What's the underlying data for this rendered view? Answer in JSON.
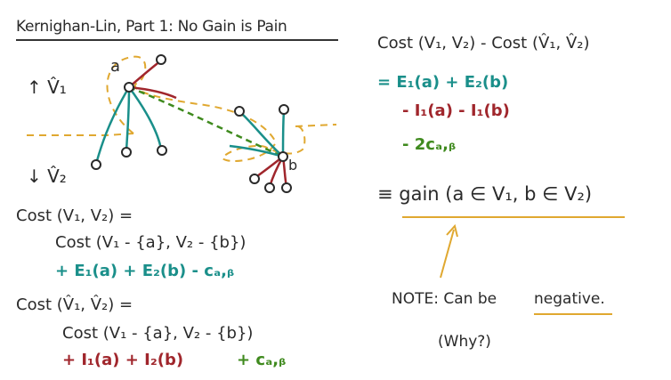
{
  "title": "Kernighan-Lin, Part 1: No Gain is Pain",
  "graph": {
    "label_a": "a",
    "label_b": "b",
    "v1_label": "↑ V̂₁",
    "v2_label": "↓ V̂₂"
  },
  "left_formulas": {
    "cost_v": "Cost (V₁, V₂) =",
    "cost_v_line2": "Cost (V₁ - {a}, V₂ - {b})",
    "cost_v_line3": "+ E₁(a) + E₂(b) - cₐ,ᵦ",
    "cost_vhat": "Cost (V̂₁, V̂₂) =",
    "cost_vhat_line2": "Cost (V₁ - {a}, V₂ - {b})",
    "cost_vhat_line3_red": "+ I₁(a) + I₂(b)",
    "cost_vhat_line3_green": "+ cₐ,ᵦ"
  },
  "right_formulas": {
    "diff": "Cost (V₁, V₂) - Cost (V̂₁, V̂₂)",
    "eq_line1": "= E₁(a) + E₂(b)",
    "eq_line2": "- I₁(a) - I₁(b)",
    "eq_line3": "- 2cₐ,ᵦ",
    "gain": "≡ gain (a ∈ V₁, b ∈ V₂)",
    "note_prefix": "NOTE: Can be",
    "note_word": "negative.",
    "why": "(Why?)"
  },
  "colors": {
    "teal": "#1a8f8a",
    "red": "#a0262c",
    "green": "#3f8a1e",
    "orange": "#e0a830",
    "ink": "#2a2a2a"
  }
}
